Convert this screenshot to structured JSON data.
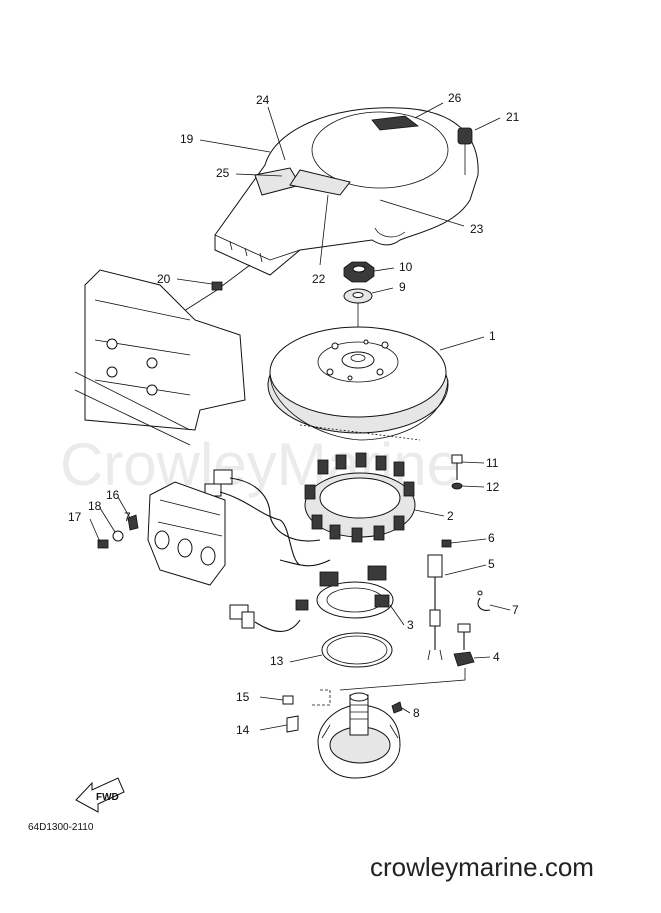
{
  "watermark": "CrowleyMarine",
  "diagram_code": "64D1300-2110",
  "fwd_label": "FWD",
  "footer_url": "crowleymarine.com",
  "part_numbers": [
    "1",
    "2",
    "3",
    "4",
    "5",
    "6",
    "7",
    "8",
    "9",
    "10",
    "11",
    "12",
    "13",
    "14",
    "15",
    "16",
    "17",
    "18",
    "19",
    "20",
    "21",
    "22",
    "23",
    "24",
    "25",
    "26",
    "7"
  ]
}
